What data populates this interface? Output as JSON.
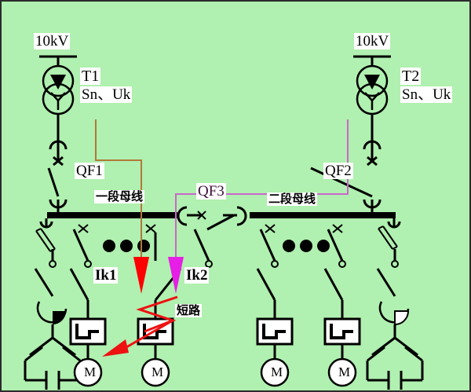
{
  "diagram": {
    "title": "10kV double-incomer low-voltage switchgear single line diagram",
    "background_color": "#b0f0b0",
    "border_color": "#2b2b2b",
    "line_color": "#000000"
  },
  "sources": {
    "left": {
      "voltage_label": "10kV",
      "transformer_name": "T1",
      "transformer_params": "Sn、Uk",
      "breaker_label": "QF1",
      "bus_label": "一段母线"
    },
    "right": {
      "voltage_label": "10kV",
      "transformer_name": "T2",
      "transformer_params": "Sn、Uk",
      "breaker_label": "QF2",
      "bus_label": "二段母线"
    }
  },
  "tie": {
    "breaker_label": "QF3"
  },
  "faults": {
    "current_1": {
      "label": "Ik1",
      "color": "#ff0000",
      "trace_color": "#b0793a"
    },
    "current_2": {
      "label": "Ik2",
      "color": "#e61ee6",
      "trace_color": "#cc66cc"
    },
    "short_circuit_label": "短路",
    "short_circuit_color": "#ee1111"
  },
  "motors": [
    {
      "label": "M"
    },
    {
      "label": "M"
    },
    {
      "label": "M"
    },
    {
      "label": "M"
    }
  ],
  "continuation_dots": {
    "left_count": 3,
    "right_count": 3
  },
  "capacitor_banks": [
    {
      "side": "left"
    },
    {
      "side": "right"
    }
  ]
}
